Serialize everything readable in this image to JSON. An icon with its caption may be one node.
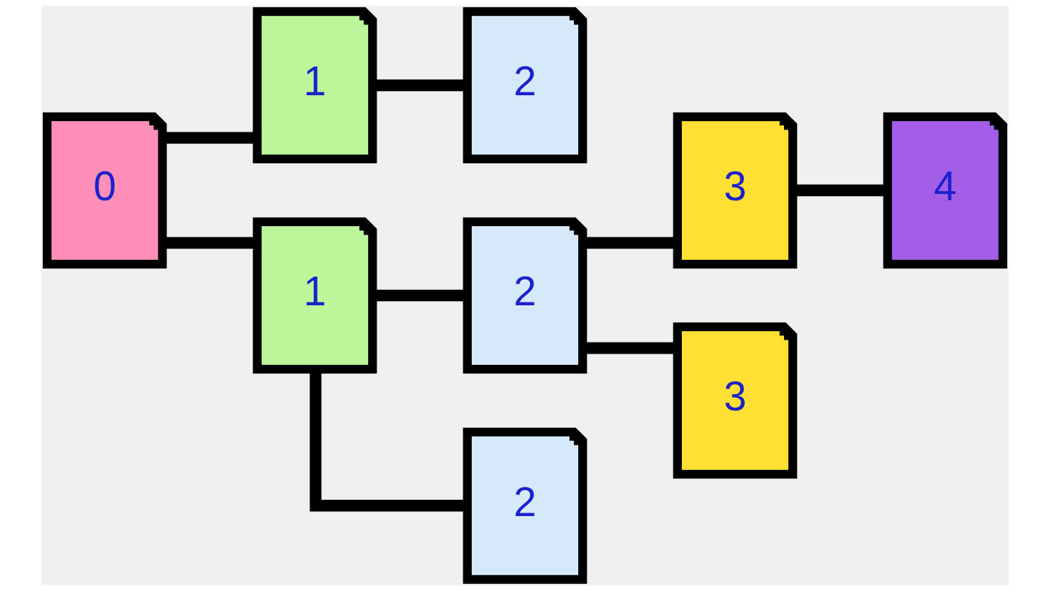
{
  "diagram": {
    "nodes": [
      {
        "text": [
          "0"
        ]
      },
      {
        "text": [
          "1"
        ]
      },
      {
        "text": [
          "1"
        ]
      },
      {
        "text": [
          "2"
        ]
      },
      {
        "text": [
          "2"
        ]
      },
      {
        "text": [
          "2"
        ]
      },
      {
        "text": [
          "3"
        ]
      },
      {
        "text": [
          "3"
        ]
      },
      {
        "text": [
          "4"
        ]
      }
    ],
    "edges": [
      {
        "from": 0,
        "to": 1,
        "arrow": "none"
      },
      {
        "from": 0,
        "to": 2,
        "arrow": "none"
      },
      {
        "from": 1,
        "to": 3,
        "arrow": "none"
      },
      {
        "from": 2,
        "to": 4,
        "arrow": "none"
      },
      {
        "from": 2,
        "to": 5,
        "arrow": "none"
      },
      {
        "from": 4,
        "to": 6,
        "arrow": "none"
      },
      {
        "from": 4,
        "to": 7,
        "arrow": "none"
      },
      {
        "from": 6,
        "to": 8,
        "arrow": "none"
      }
    ]
  }
}
